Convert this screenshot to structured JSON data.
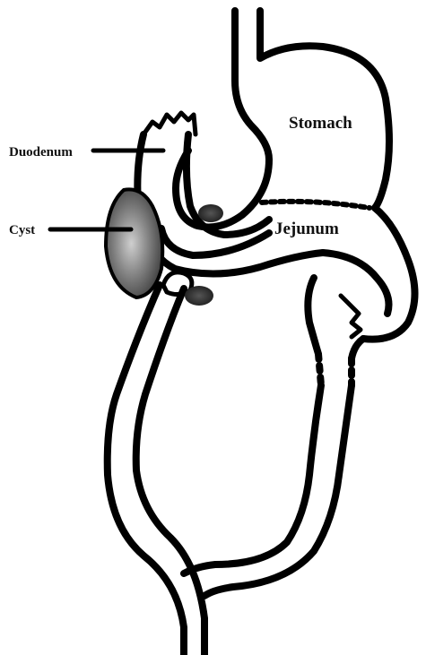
{
  "labels": {
    "stomach": "Stomach",
    "duodenum": "Duodenum",
    "jejunum": "Jejunum",
    "cyst": "Cyst"
  },
  "colors": {
    "line": "#000000",
    "cyst_fill": "#6b6b6b",
    "background": "#ffffff"
  }
}
